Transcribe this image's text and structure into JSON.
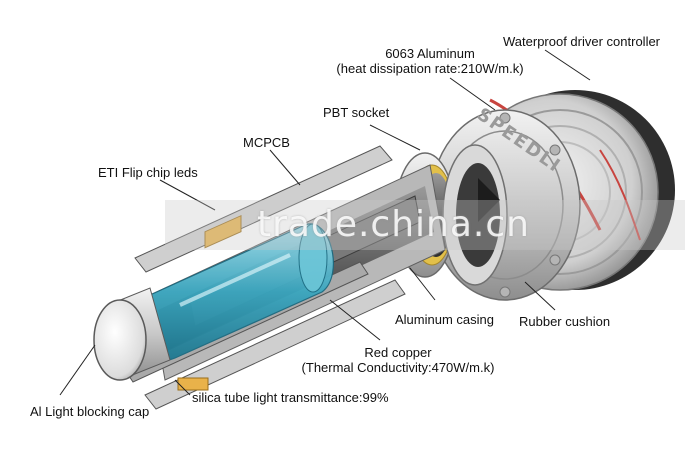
{
  "labels": {
    "waterproof_driver": "Waterproof driver controller",
    "aluminum_6063_line1": "6063 Aluminum",
    "aluminum_6063_line2": "(heat dissipation rate:210W/m.k)",
    "pbt_socket": "PBT socket",
    "mcpcb": "MCPCB",
    "eti_leds": "ETI Flip chip leds",
    "aluminum_casing": "Aluminum casing",
    "rubber_cushion": "Rubber cushion",
    "red_copper_line1": "Red copper",
    "red_copper_line2": "(Thermal Conductivity:470W/m.k)",
    "silica_tube": "silica tube light transmittance:99%",
    "blocking_cap": "Al Light blocking cap"
  },
  "brand_text": "SPEEDLI",
  "watermark": "trade.china.cn",
  "colors": {
    "silica_tube": "#4fb3c9",
    "led_chip": "#e9b24a",
    "metal_dark": "#555555",
    "metal_light": "#d8d8d8",
    "red_wire": "#c8443f"
  }
}
